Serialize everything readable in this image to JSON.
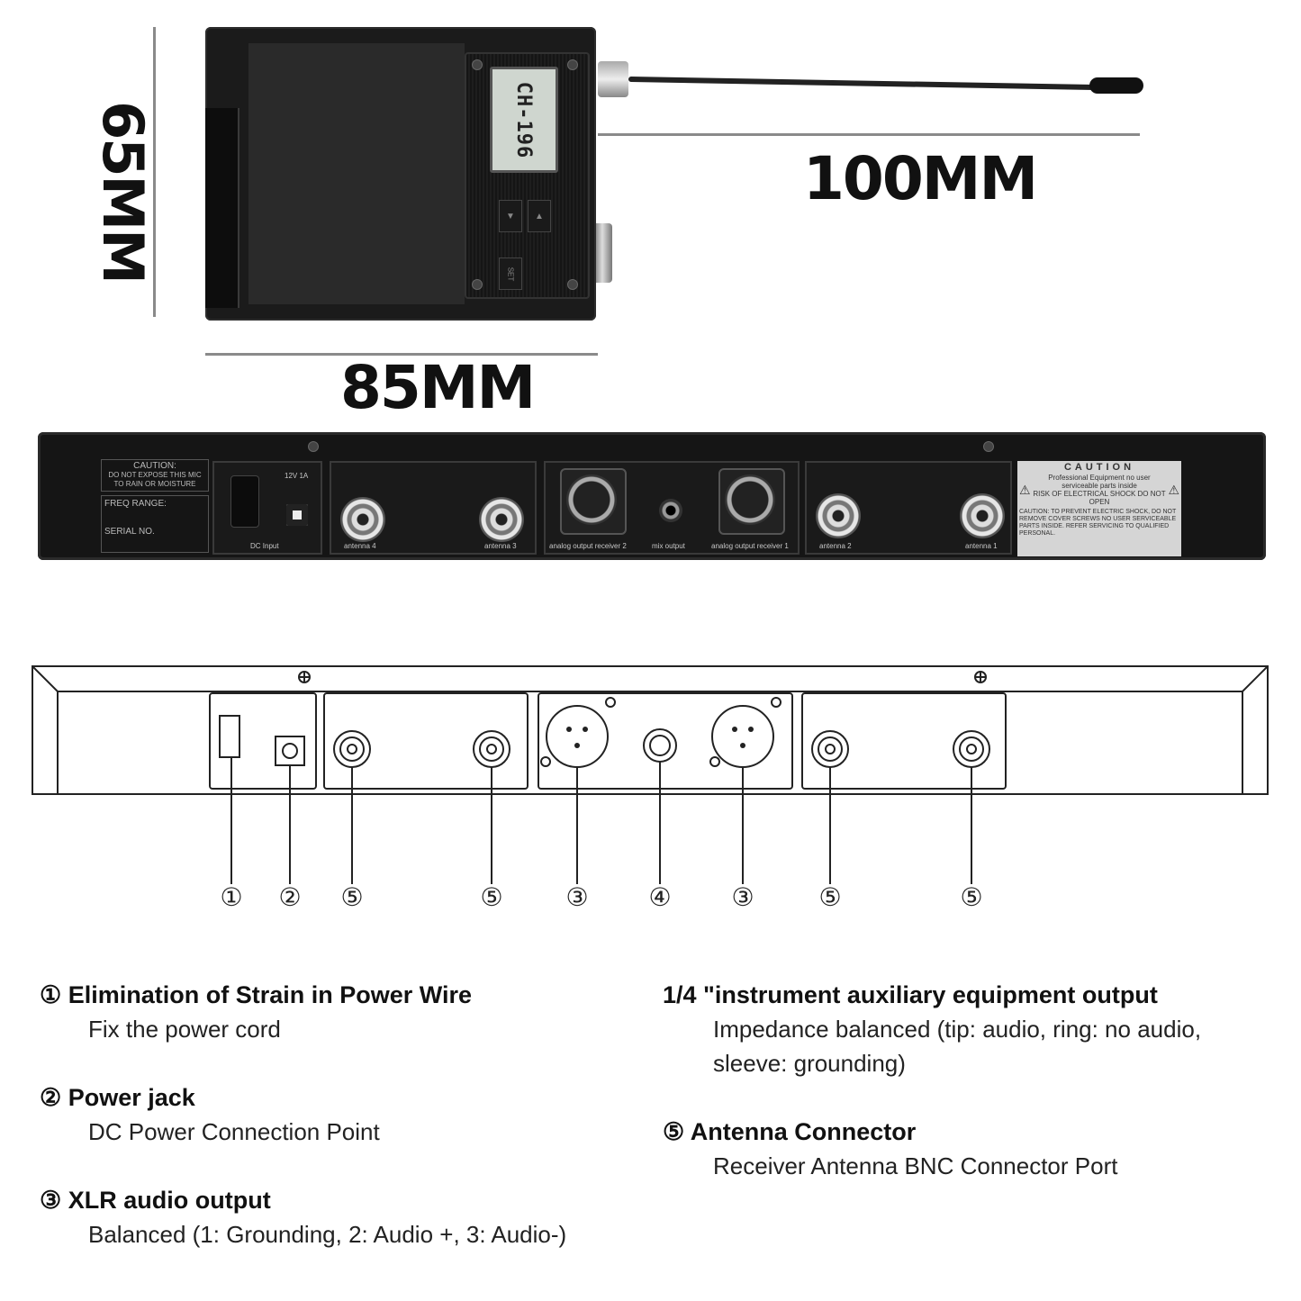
{
  "dimensions": {
    "height_label": "65MM",
    "width_label": "85MM",
    "antenna_label": "100MM"
  },
  "pack": {
    "lcd_text": "CH-196",
    "set_label": "SET"
  },
  "rack": {
    "caution_left_title": "CAUTION:",
    "caution_left_text": "DO NOT EXPOSE THIS MIC TO RAIN OR MOISTURE",
    "freq_range": "FREQ RANGE:",
    "serial_no": "SERIAL NO.",
    "power_rating": "12V  1A",
    "labels": {
      "dc_input": "DC Input",
      "antenna_4": "antenna 4",
      "antenna_3": "antenna 3",
      "analog_out_2": "analog output receiver 2",
      "mix_output": "mix output",
      "analog_out_1": "analog output receiver 1",
      "antenna_2": "antenna 2",
      "antenna_1": "antenna 1"
    },
    "caution_right": {
      "title": "CAUTION",
      "line1": "Professional Equipment no user serviceable parts inside",
      "line2": "RISK OF ELECTRICAL SHOCK DO NOT OPEN",
      "line3": "CAUTION: TO PREVENT ELECTRIC SHOCK, DO NOT REMOVE COVER SCREWS NO USER SERVICEABLE PARTS INSIDE. REFER SERVICING TO QUALIFIED PERSONAL."
    }
  },
  "callouts": [
    "①",
    "②",
    "⑤",
    "⑤",
    "③",
    "④",
    "③",
    "⑤",
    "⑤"
  ],
  "legend": {
    "item1": {
      "num": "①",
      "title": "Elimination of Strain in Power Wire",
      "desc": "Fix the power cord"
    },
    "item2": {
      "num": "②",
      "title": "Power jack",
      "desc": "DC Power Connection Point"
    },
    "item3": {
      "num": "③",
      "title": "XLR audio output",
      "desc": "Balanced (1: Grounding, 2: Audio +, 3: Audio-)"
    },
    "item4": {
      "title": "1/4 \"instrument auxiliary equipment output",
      "desc1": "Impedance balanced (tip: audio, ring: no audio,",
      "desc2": "sleeve: grounding)"
    },
    "item5": {
      "num": "⑤",
      "title": "Antenna Connector",
      "desc": "Receiver Antenna BNC Connector Port"
    }
  }
}
